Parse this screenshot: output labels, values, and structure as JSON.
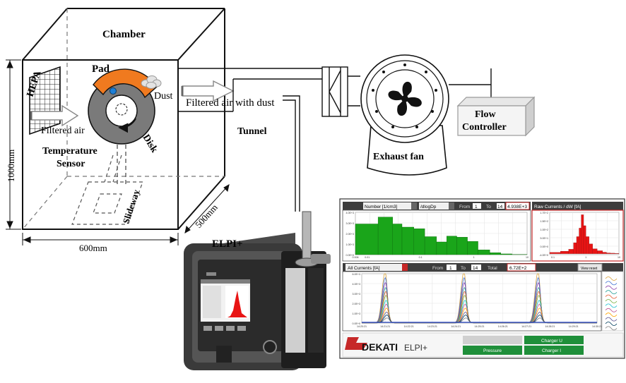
{
  "labels": {
    "chamber": "Chamber",
    "hepa": "HEPA",
    "pad": "Pad",
    "dust": "Dust",
    "disk": "Disk",
    "filtered_air": "Filtered air",
    "filtered_air_with_dust": "Filtered air with dust",
    "tunnel": "Tunnel",
    "temperature": "Temperature",
    "sensor": "Sensor",
    "slideway": "Slideway",
    "height": "1000mm",
    "width": "600mm",
    "depth": "500mm",
    "exhaust_fan": "Exhaust fan",
    "flow_controller_line1": "Flow",
    "flow_controller_line2": "Controller",
    "elpi": "ELPI+"
  },
  "screen": {
    "top_left": {
      "unit_select": "Number [1/cm3]",
      "scale_select": "/dlogDp",
      "from_label": "From",
      "from_value": "1",
      "to_label": "To",
      "to_value": "14",
      "total_value": "4.938E+3"
    },
    "top_right_title": "Raw Currents / dW [fA]",
    "mid": {
      "select": "All Currents [fA]",
      "from_label": "From",
      "from_value": "1",
      "to_label": "To",
      "to_value": "14",
      "total_label": "Total",
      "total_value": "6.72E+2",
      "button": "View reset"
    },
    "top_left_yticks": [
      "4.0E+3",
      "3.0E+3",
      "2.0E+3",
      "1.0E+3",
      "0.0E+0"
    ],
    "top_left_xticks": [
      "0.006",
      "0.01",
      "0.1",
      "1",
      "10"
    ],
    "top_right_yticks": [
      "1.7E+2",
      "1.5E+2",
      "1.0E+2",
      "5.0E+1",
      "0.0E+0",
      "-4.0E+0"
    ],
    "top_right_xticks": [
      "0.1",
      "1",
      "10"
    ],
    "mid_yticks": [
      "6.0E+3",
      "4.0E+3",
      "3.0E+3",
      "2.0E+3",
      "1.0E+3",
      "0.0E+0"
    ],
    "mid_xticks": [
      "14:20:21",
      "14:21:21",
      "14:22:21",
      "14:23:21",
      "14:24:21",
      "14:25:21",
      "14:26:21",
      "14:27:21",
      "14:28:21",
      "14:29:21",
      "14:30:21"
    ],
    "brand": "DEKATI",
    "product": "ELPI+",
    "status": {
      "charger_u": "Charger U",
      "pressure": "Pressure",
      "charger_i": "Charger I"
    },
    "colors": {
      "accent": "#c62828",
      "green_bars": "#1aa51a",
      "red_bars": "#e81414",
      "status_green": "#1f8f3a"
    }
  },
  "chart_data": [
    {
      "type": "bar",
      "name_ref": "size-distribution",
      "xscale": "log",
      "x_edges": [
        0.006,
        0.016,
        0.03,
        0.045,
        0.075,
        0.12,
        0.2,
        0.31,
        0.48,
        0.76,
        1.2,
        2,
        3.2,
        5.2,
        10
      ],
      "values": [
        2900,
        3550,
        2900,
        2600,
        2450,
        1700,
        1200,
        1750,
        1650,
        1250,
        450,
        180,
        70,
        20
      ],
      "ylim": [
        0,
        4000
      ]
    },
    {
      "type": "bar",
      "name_ref": "raw-currents",
      "xscale": "log",
      "x_edges": [
        0.08,
        0.17,
        0.3,
        0.42,
        0.52,
        0.62,
        0.72,
        0.85,
        1.0,
        1.25,
        1.6,
        2.2,
        3.2,
        4.2,
        5.5,
        7.5,
        10
      ],
      "values": [
        5,
        10,
        18,
        45,
        70,
        105,
        160,
        115,
        70,
        40,
        20,
        12,
        6,
        3,
        2,
        1
      ],
      "ylim": [
        -4,
        170
      ]
    },
    {
      "type": "line",
      "name_ref": "all-currents",
      "ylim": [
        0,
        6000
      ],
      "xlim": [
        0,
        10
      ],
      "x_peaks": [
        0.95,
        4.3,
        7.45
      ],
      "series": [
        {
          "peak": 5200,
          "color": "#d9a23a"
        },
        {
          "peak": 4600,
          "color": "#3d6fd1"
        },
        {
          "peak": 4100,
          "color": "#8e44ad"
        },
        {
          "peak": 3600,
          "color": "#2aa198"
        },
        {
          "peak": 3200,
          "color": "#e4572e"
        },
        {
          "peak": 2800,
          "color": "#76b041"
        },
        {
          "peak": 2300,
          "color": "#17becf"
        },
        {
          "peak": 1900,
          "color": "#bc5090"
        },
        {
          "peak": 1500,
          "color": "#ffa600"
        },
        {
          "peak": 1100,
          "color": "#58508d"
        },
        {
          "peak": 800,
          "color": "#003f5c"
        },
        {
          "peak": 500,
          "color": "#7f7f7f"
        }
      ]
    }
  ]
}
